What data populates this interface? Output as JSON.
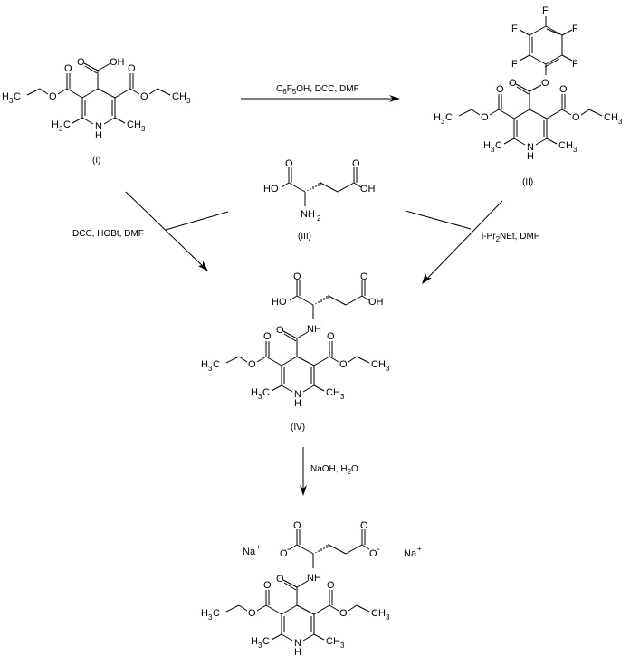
{
  "scheme": {
    "compounds": [
      {
        "id": "I",
        "label": "(I)",
        "groups": {
          "top": [
            "O",
            "OH"
          ],
          "left_ester": [
            "O",
            "O",
            "H3C"
          ],
          "right_ester": [
            "O",
            "O",
            "CH3"
          ],
          "ring": [
            "H3C",
            "N",
            "H",
            "CH3"
          ]
        }
      },
      {
        "id": "II",
        "label": "(II)",
        "aryl": [
          "F",
          "F",
          "F",
          "F",
          "F"
        ],
        "top": [
          "O",
          "O"
        ],
        "left_ester": [
          "O",
          "O",
          "H3C"
        ],
        "right_ester": [
          "O",
          "O",
          "CH3"
        ],
        "ring": [
          "H3C",
          "N",
          "H",
          "CH3"
        ]
      },
      {
        "id": "III",
        "label": "(III)",
        "atoms": [
          "O",
          "O",
          "HO",
          "OH",
          "NH2"
        ]
      },
      {
        "id": "IV",
        "label": "(IV)",
        "atoms": [
          "O",
          "O",
          "HO",
          "OH",
          "NH",
          "O"
        ],
        "left_ester": [
          "O",
          "O",
          "H3C"
        ],
        "right_ester": [
          "O",
          "O",
          "CH3"
        ],
        "ring": [
          "H3C",
          "N",
          "H",
          "CH3"
        ]
      },
      {
        "id": "V",
        "label": "",
        "atoms": [
          "O",
          "O",
          "O-",
          "O-",
          "NH",
          "O"
        ],
        "counterions": [
          "Na+",
          "Na+"
        ],
        "left_ester": [
          "O",
          "O",
          "H3C"
        ],
        "right_ester": [
          "O",
          "O",
          "CH3"
        ],
        "ring": [
          "H3C",
          "N",
          "H",
          "CH3"
        ]
      }
    ],
    "reactions": [
      {
        "from": "I",
        "to": "II",
        "reagents": "C6F5OH, DCC, DMF"
      },
      {
        "from": "I + III",
        "to": "IV",
        "reagents": "DCC, HOBt, DMF"
      },
      {
        "from": "II + III",
        "to": "IV",
        "reagents": "i-Pr2NEt, DMF"
      },
      {
        "from": "IV",
        "to": "V",
        "reagents": "NaOH, H2O"
      }
    ]
  },
  "text": {
    "O": "O",
    "OH": "OH",
    "HO": "HO",
    "H": "H",
    "N": "N",
    "NH": "NH",
    "F": "F",
    "C": "C",
    "CH": "CH",
    "H_": "H",
    "sub3": "3",
    "sub2": "2",
    "sub5": "5",
    "sub6": "6",
    "Na": "Na",
    "plus": "+",
    "minus": "-",
    "label_I": "(I)",
    "label_II": "(II)",
    "label_III": "(III)",
    "label_IV": "(IV)",
    "r1_a": "C",
    "r1_b": "F",
    "r1_c": "OH, DCC, DMF",
    "r2": "DCC, HOBt, DMF",
    "r3_a": "i-Pr",
    "r3_b": "NEt, DMF",
    "r4_a": "NaOH, H",
    "r4_b": "O"
  }
}
